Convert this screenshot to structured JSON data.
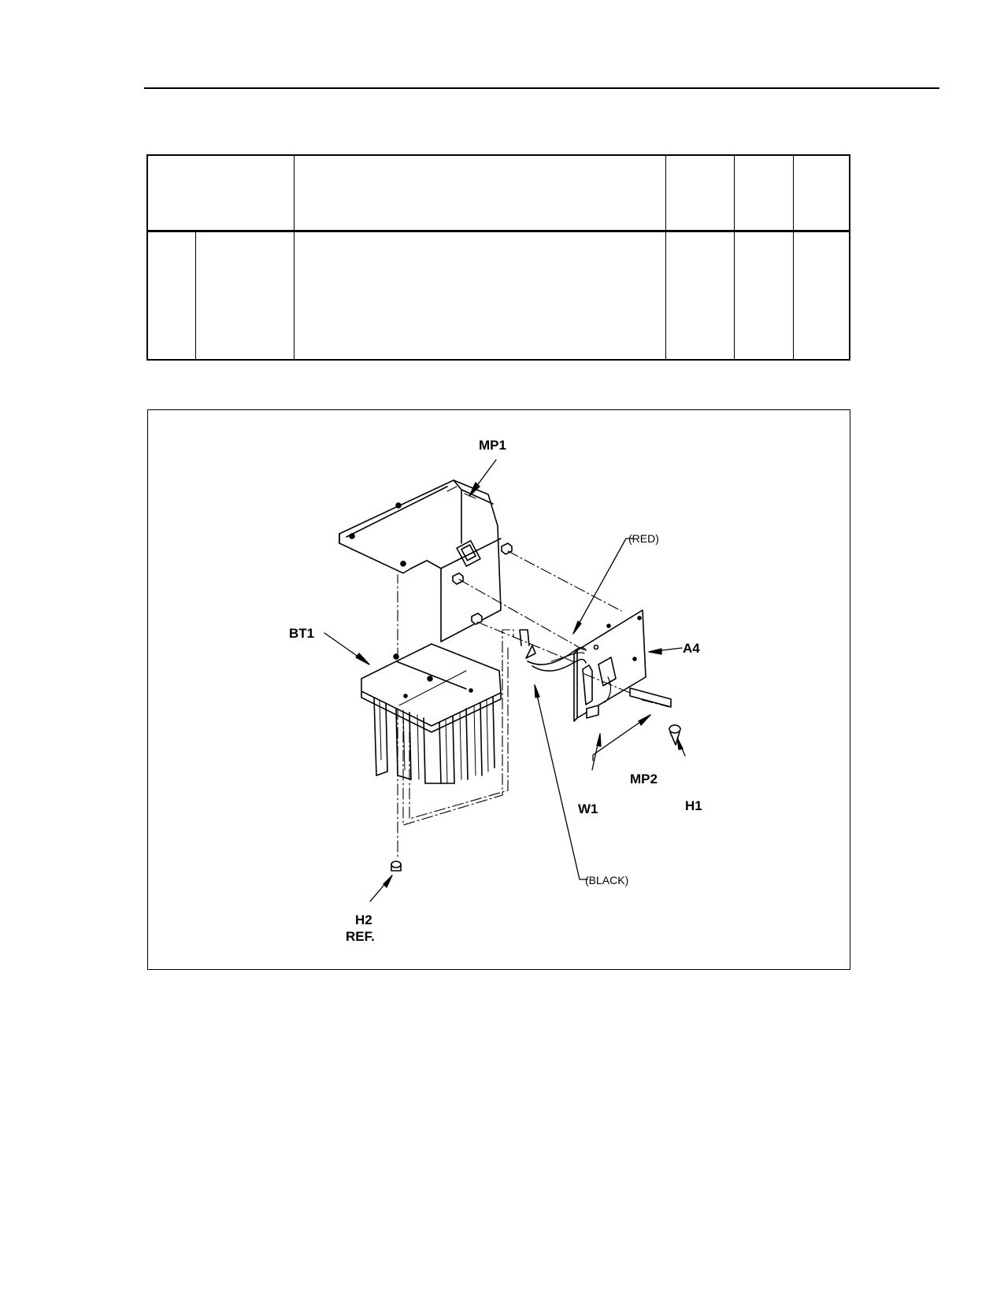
{
  "figure": {
    "callouts": {
      "mp1": "MP1",
      "red": "(RED)",
      "bt1": "BT1",
      "a4": "A4",
      "mp2": "MP2",
      "w1": "W1",
      "h1": "H1",
      "black": "(BLACK)",
      "h2": "H2",
      "ref": "REF."
    }
  }
}
